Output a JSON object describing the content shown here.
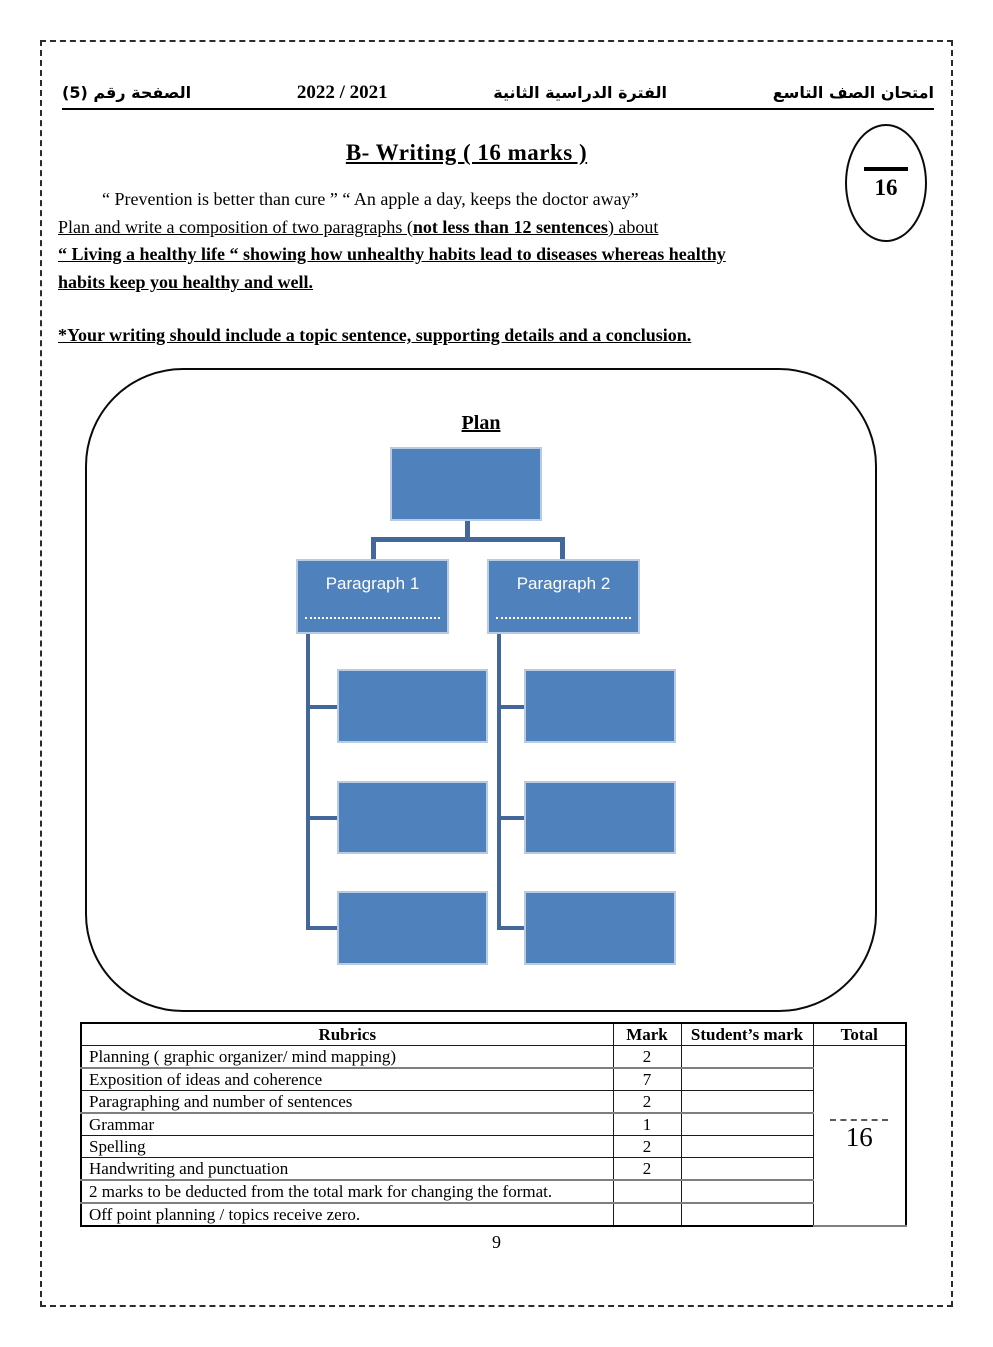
{
  "header": {
    "exam_title_ar": "امتحان الصف التاسع",
    "term_ar": "الفترة الدراسية الثانية",
    "year": "2022 / 2021",
    "page_label_ar": "الصفحة رقم (5)"
  },
  "section": {
    "title": "B- Writing ( 16 marks )",
    "score_badge": "16",
    "quote_line": "“ Prevention is better than cure  ” “ An apple a day, keeps the doctor away”",
    "instr_pre": "Plan and write a composition of two paragraphs (",
    "instr_bold": "not less than 12 sentences",
    "instr_post": ") about",
    "topic_line1": "“ Living a healthy life “ showing how unhealthy habits lead to diseases whereas healthy",
    "topic_line2": "habits keep you healthy and well.",
    "note": "*Your writing should include a topic sentence, supporting details and a conclusion."
  },
  "plan": {
    "title": "Plan",
    "paragraph1_label": "Paragraph 1",
    "paragraph2_label": "Paragraph 2",
    "box_color": "#4F81BD",
    "box_border_color": "#B9CBE2",
    "connector_color": "#44679B"
  },
  "rubric_table": {
    "headers": [
      "Rubrics",
      "Mark",
      "Student’s mark",
      "Total"
    ],
    "rows": [
      {
        "label": "Planning ( graphic organizer/ mind mapping)",
        "mark": "2"
      },
      {
        "label": "Exposition of ideas and coherence",
        "mark": "7"
      },
      {
        "label": "Paragraphing and number of sentences",
        "mark": "2"
      },
      {
        "label": "Grammar",
        "mark": "1"
      },
      {
        "label": "Spelling",
        "mark": "2"
      },
      {
        "label": "Handwriting and punctuation",
        "mark": "2"
      },
      {
        "label": "2 marks to be deducted from the total mark for changing the format.",
        "mark": ""
      },
      {
        "label": "Off point planning / topics receive zero.",
        "mark": ""
      }
    ],
    "total": "16"
  },
  "page_number": "9"
}
